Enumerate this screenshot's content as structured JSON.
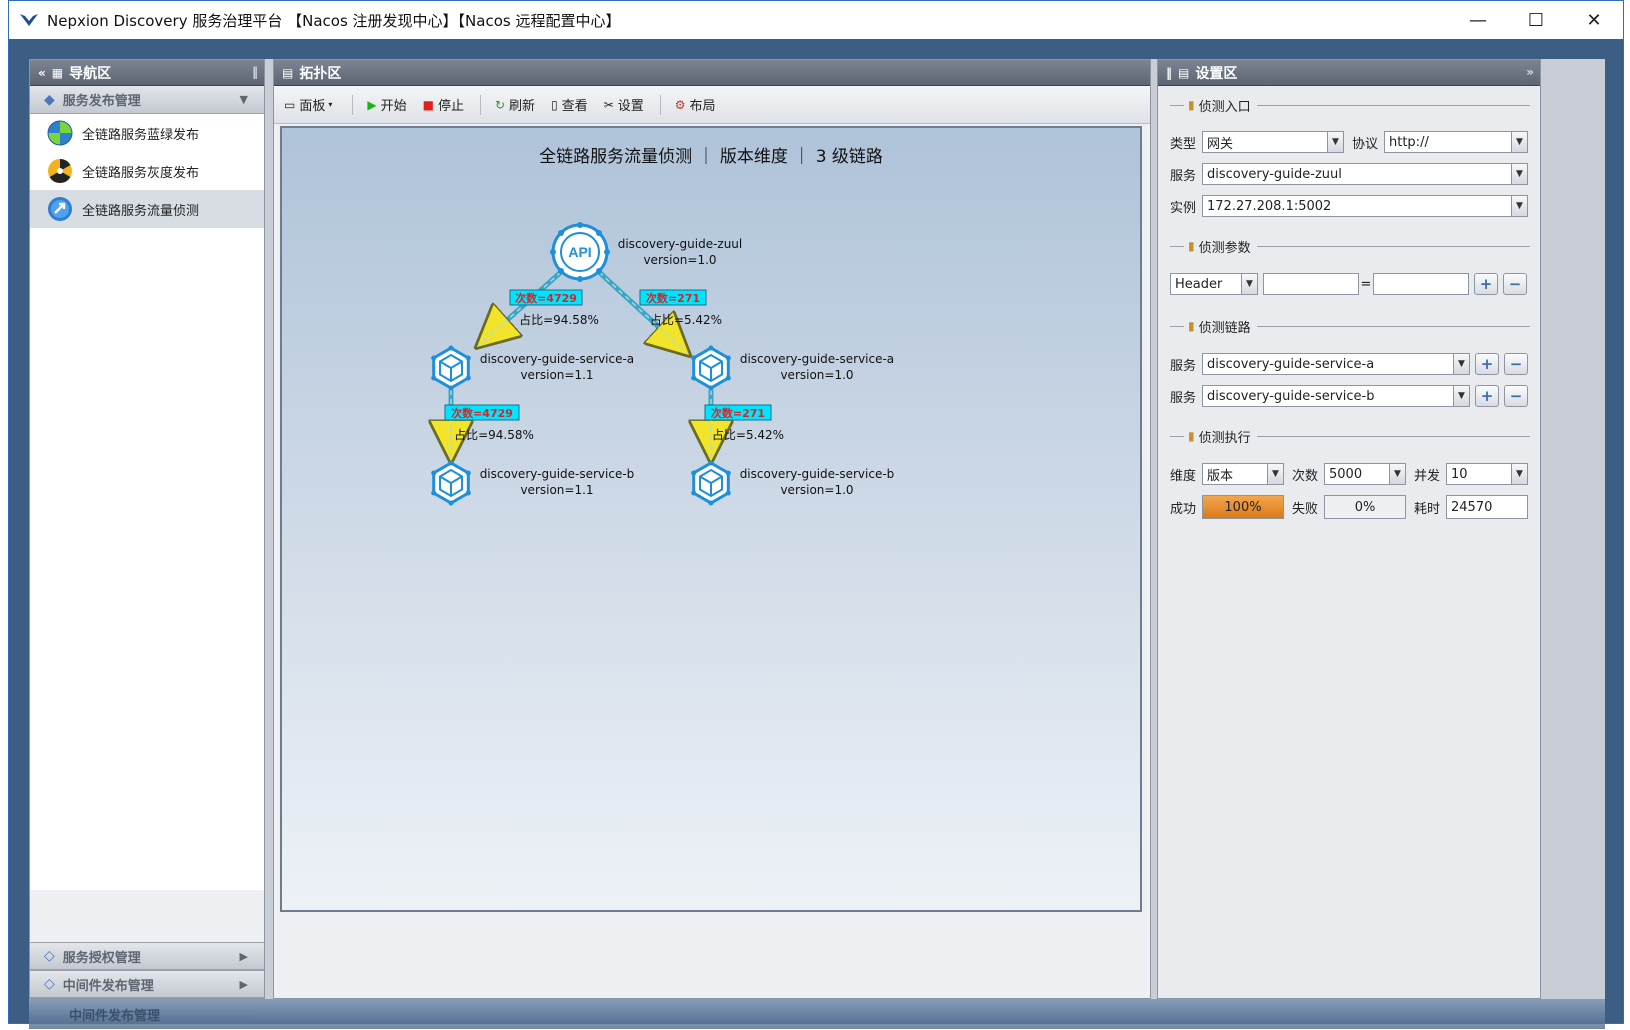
{
  "window": {
    "title": "Nepxion Discovery 服务治理平台 【Nacos 注册发现中心】【Nacos 远程配置中心】",
    "minimize": "—",
    "maximize": "☐",
    "close": "✕"
  },
  "nav": {
    "header": "导航区",
    "group_top": "服务发布管理",
    "items": [
      {
        "label": "全链路服务蓝绿发布",
        "icon": "blue-green-icon"
      },
      {
        "label": "全链路服务灰度发布",
        "icon": "gray-release-icon"
      },
      {
        "label": "全链路服务流量侦测",
        "icon": "traffic-inspect-icon"
      }
    ],
    "group_bottom": [
      "服务授权管理",
      "中间件发布管理"
    ],
    "reflection": "中间件发布管理"
  },
  "topo": {
    "header": "拓扑区",
    "toolbar": {
      "panel": "面板",
      "start": "开始",
      "stop": "停止",
      "refresh": "刷新",
      "view": "查看",
      "settings": "设置",
      "layout": "布局"
    },
    "title": "全链路服务流量侦测 ｜ 版本维度 ｜ 3 级链路",
    "api_label": "API",
    "nodes": [
      {
        "name": "discovery-guide-zuul",
        "version": "version=1.0"
      },
      {
        "name": "discovery-guide-service-a",
        "version": "version=1.1"
      },
      {
        "name": "discovery-guide-service-a",
        "version": "version=1.0"
      },
      {
        "name": "discovery-guide-service-b",
        "version": "version=1.1"
      },
      {
        "name": "discovery-guide-service-b",
        "version": "version=1.0"
      }
    ],
    "edges": [
      {
        "count": "次数=4729",
        "ratio": "占比=94.58%"
      },
      {
        "count": "次数=271",
        "ratio": "占比=5.42%"
      },
      {
        "count": "次数=4729",
        "ratio": "占比=94.58%"
      },
      {
        "count": "次数=271",
        "ratio": "占比=5.42%"
      }
    ]
  },
  "settings": {
    "header": "设置区",
    "entry": {
      "title": "侦测入口",
      "type_label": "类型",
      "type_value": "网关",
      "protocol_label": "协议",
      "protocol_value": "http://",
      "service_label": "服务",
      "service_value": "discovery-guide-zuul",
      "instance_label": "实例",
      "instance_value": "172.27.208.1:5002"
    },
    "params": {
      "title": "侦测参数",
      "kind_value": "Header",
      "key_value": "",
      "eq": "=",
      "val_value": ""
    },
    "chain": {
      "title": "侦测链路",
      "rows": [
        {
          "label": "服务",
          "value": "discovery-guide-service-a"
        },
        {
          "label": "服务",
          "value": "discovery-guide-service-b"
        }
      ]
    },
    "exec": {
      "title": "侦测执行",
      "dim_label": "维度",
      "dim_value": "版本",
      "count_label": "次数",
      "count_value": "5000",
      "concurrency_label": "并发",
      "concurrency_value": "10",
      "success_label": "成功",
      "success_value": "100%",
      "success_fraction": 1.0,
      "fail_label": "失败",
      "fail_value": "0%",
      "fail_fraction": 0.0,
      "time_label": "耗时",
      "time_value": "24570"
    }
  },
  "colors": {
    "node": "#1f8fd8",
    "edge": "#3aa6c4",
    "badge": "#00e5ff",
    "badge_text": "#d2262a",
    "progress": "#e08a2c"
  }
}
